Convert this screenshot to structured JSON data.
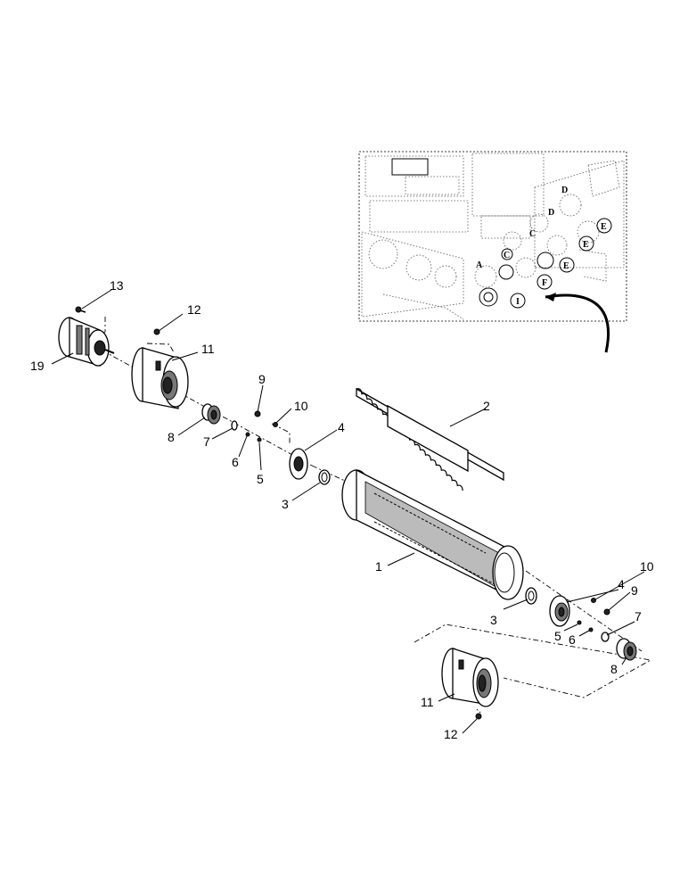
{
  "diagram": {
    "callouts": [
      {
        "id": "c13",
        "text": "13"
      },
      {
        "id": "c12a",
        "text": "12"
      },
      {
        "id": "c11a",
        "text": "11"
      },
      {
        "id": "c19",
        "text": "19"
      },
      {
        "id": "c9a",
        "text": "9"
      },
      {
        "id": "c10a",
        "text": "10"
      },
      {
        "id": "c2",
        "text": "2"
      },
      {
        "id": "c8a",
        "text": "8"
      },
      {
        "id": "c7a",
        "text": "7"
      },
      {
        "id": "c6a",
        "text": "6"
      },
      {
        "id": "c5a",
        "text": "5"
      },
      {
        "id": "c4a",
        "text": "4"
      },
      {
        "id": "c3a",
        "text": "3"
      },
      {
        "id": "c1",
        "text": "1"
      },
      {
        "id": "c3b",
        "text": "3"
      },
      {
        "id": "c4b",
        "text": "4"
      },
      {
        "id": "c10b",
        "text": "10"
      },
      {
        "id": "c9b",
        "text": "9"
      },
      {
        "id": "c5b",
        "text": "5"
      },
      {
        "id": "c6b",
        "text": "6"
      },
      {
        "id": "c7b",
        "text": "7"
      },
      {
        "id": "c8b",
        "text": "8"
      },
      {
        "id": "c11b",
        "text": "11"
      },
      {
        "id": "c12b",
        "text": "12"
      }
    ],
    "inset_labels": [
      {
        "id": "iA",
        "text": "A"
      },
      {
        "id": "iC1",
        "text": "C"
      },
      {
        "id": "iC2",
        "text": "C"
      },
      {
        "id": "iD1",
        "text": "D"
      },
      {
        "id": "iD2",
        "text": "D"
      },
      {
        "id": "iE1",
        "text": "E"
      },
      {
        "id": "iE2",
        "text": "E"
      },
      {
        "id": "iE3",
        "text": "E"
      },
      {
        "id": "iF",
        "text": "F"
      },
      {
        "id": "iI",
        "text": "I"
      }
    ]
  }
}
